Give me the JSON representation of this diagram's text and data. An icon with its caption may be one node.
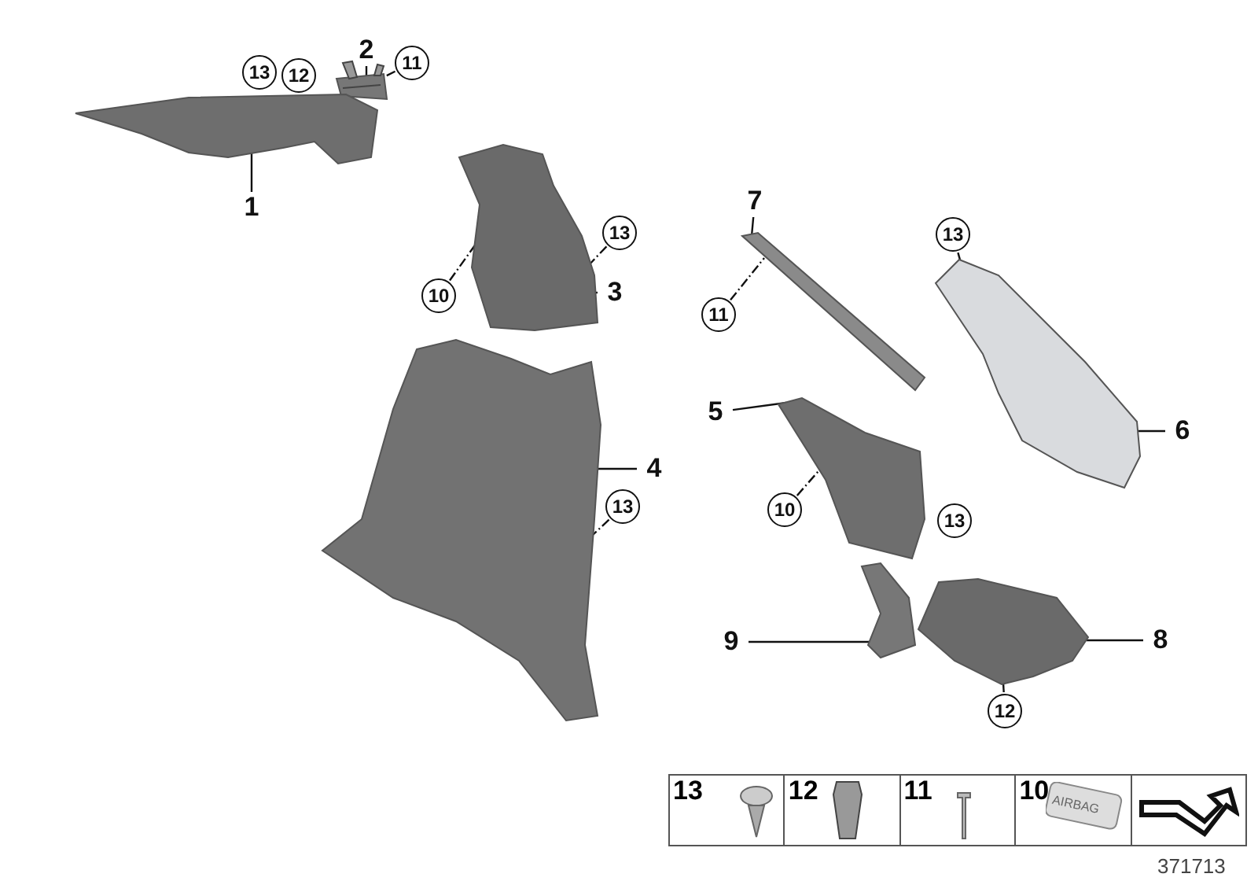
{
  "diagram": {
    "nodes": [
      {
        "text": [
          "2"
        ]
      },
      {
        "text": [
          "11"
        ]
      },
      {
        "text": [],
        "shape": "picture"
      },
      {
        "text": [],
        "shape": "picture"
      },
      {
        "text": [
          "1"
        ]
      },
      {
        "text": [
          "7"
        ]
      },
      {
        "text": [
          "13"
        ]
      },
      {
        "text": [
          "13"
        ]
      },
      {
        "text": [],
        "shape": "picture"
      },
      {
        "text": [],
        "shape": "picture"
      },
      {
        "text": [],
        "shape": "picture"
      },
      {
        "text": [
          "10"
        ]
      },
      {
        "text": [
          "3"
        ]
      },
      {
        "text": [
          "11"
        ]
      },
      {
        "text": [
          "5"
        ]
      },
      {
        "text": [],
        "shape": "picture"
      },
      {
        "text": [
          "6"
        ]
      },
      {
        "text": [],
        "shape": "picture"
      },
      {
        "text": [
          "4"
        ]
      },
      {
        "text": [
          "10"
        ]
      },
      {
        "text": [
          "13"
        ]
      },
      {
        "text": [],
        "shape": "picture"
      },
      {
        "text": [],
        "shape": "picture"
      },
      {
        "text": [
          "9"
        ]
      },
      {
        "text": [
          "8"
        ]
      },
      {
        "text": [
          "12"
        ]
      },
      {
        "text": [
          "13"
        ]
      },
      {
        "text": [
          "12"
        ]
      },
      {
        "text": [
          "13"
        ]
      }
    ],
    "edges": [
      {
        "from": 0,
        "to": 2,
        "arrow": "none"
      },
      {
        "from": 1,
        "to": 2,
        "arrow": "none",
        "style": "dashed"
      },
      {
        "from": 4,
        "to": 3,
        "arrow": "none"
      },
      {
        "from": 5,
        "to": 9,
        "arrow": "none"
      },
      {
        "from": 6,
        "to": 8,
        "arrow": "none",
        "style": "dashed"
      },
      {
        "from": 7,
        "to": 10,
        "arrow": "none",
        "style": "dashed"
      },
      {
        "from": 11,
        "to": 8,
        "arrow": "none",
        "style": "dashed"
      },
      {
        "from": 12,
        "to": 8,
        "arrow": "none"
      },
      {
        "from": 13,
        "to": 9,
        "arrow": "none",
        "style": "dashed"
      },
      {
        "from": 14,
        "to": 15,
        "arrow": "none"
      },
      {
        "from": 16,
        "to": 10,
        "arrow": "none"
      },
      {
        "from": 18,
        "to": 17,
        "arrow": "none"
      },
      {
        "from": 19,
        "to": 15,
        "arrow": "none",
        "style": "dashed"
      },
      {
        "from": 20,
        "to": 17,
        "arrow": "none",
        "style": "dashed"
      },
      {
        "from": 23,
        "to": 21,
        "arrow": "none"
      },
      {
        "from": 24,
        "to": 22,
        "arrow": "none"
      },
      {
        "from": 25,
        "to": 22,
        "arrow": "none",
        "style": "dashed"
      }
    ],
    "labels": [
      "13",
      "12",
      "11",
      "10",
      "AIRBAG",
      "371713"
    ]
  }
}
